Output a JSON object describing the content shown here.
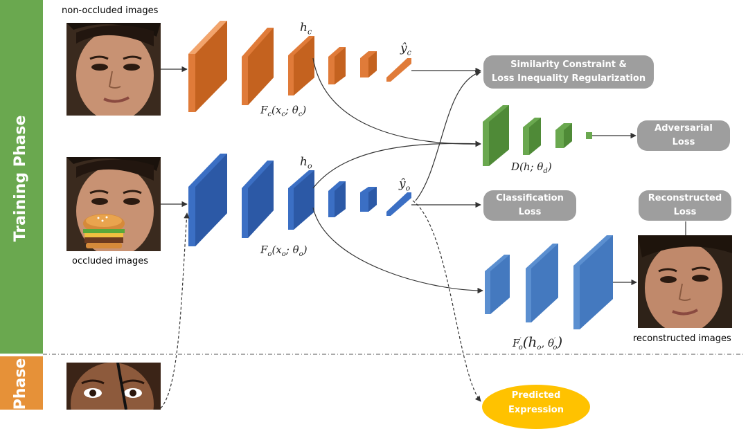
{
  "phases": {
    "training": "Training  Phase",
    "test": "Phase"
  },
  "captions": {
    "non_occluded": "non-occluded images",
    "occluded": "occluded images",
    "reconstructed": "reconstructed images"
  },
  "math_labels": {
    "hc": "h",
    "hc_sub": "c",
    "yc": "ŷ",
    "yc_sub": "c",
    "fc": "F",
    "fc_sub": "c",
    "fc_args": "(x",
    "fc_args_sub": "c",
    "fc_args2": "; θ",
    "fc_args2_sub": "c",
    "fc_close": ")",
    "ho": "h",
    "ho_sub": "o",
    "yo": "ŷ",
    "yo_sub": "o",
    "fo": "F",
    "fo_sub": "o",
    "fo_args": "(x",
    "fo_args_sub": "o",
    "fo_args2": "; θ",
    "fo_args2_sub": "o",
    "fo_close": ")",
    "d": "D(h; θ",
    "d_sub": "d",
    "d_close": ")",
    "fdec": "F",
    "fdec_sup": "′",
    "fdec_sub": "o",
    "fdec_args": "(h",
    "fdec_args_sub": "o",
    "fdec_args2": ", θ",
    "fdec_args2_sup": "′",
    "fdec_args2_sub": "o",
    "fdec_close": ")"
  },
  "losses": {
    "similarity_line1": "Similarity Constraint &",
    "similarity_line2": "Loss Inequality Regularization",
    "adversarial_line1": "Adversarial",
    "adversarial_line2": "Loss",
    "classification_line1": "Classification",
    "classification_line2": "Loss",
    "reconstructed_line1": "Reconstructed",
    "reconstructed_line2": "Loss",
    "predicted_line1": "Predicted",
    "predicted_line2": "Expression"
  },
  "colors": {
    "orange": "#e07b39",
    "blue": "#3b6fc4",
    "light_blue": "#5b8fd0",
    "green": "#6aa84f",
    "pill_gray": "#9e9e9e",
    "yellow": "#ffc200"
  }
}
